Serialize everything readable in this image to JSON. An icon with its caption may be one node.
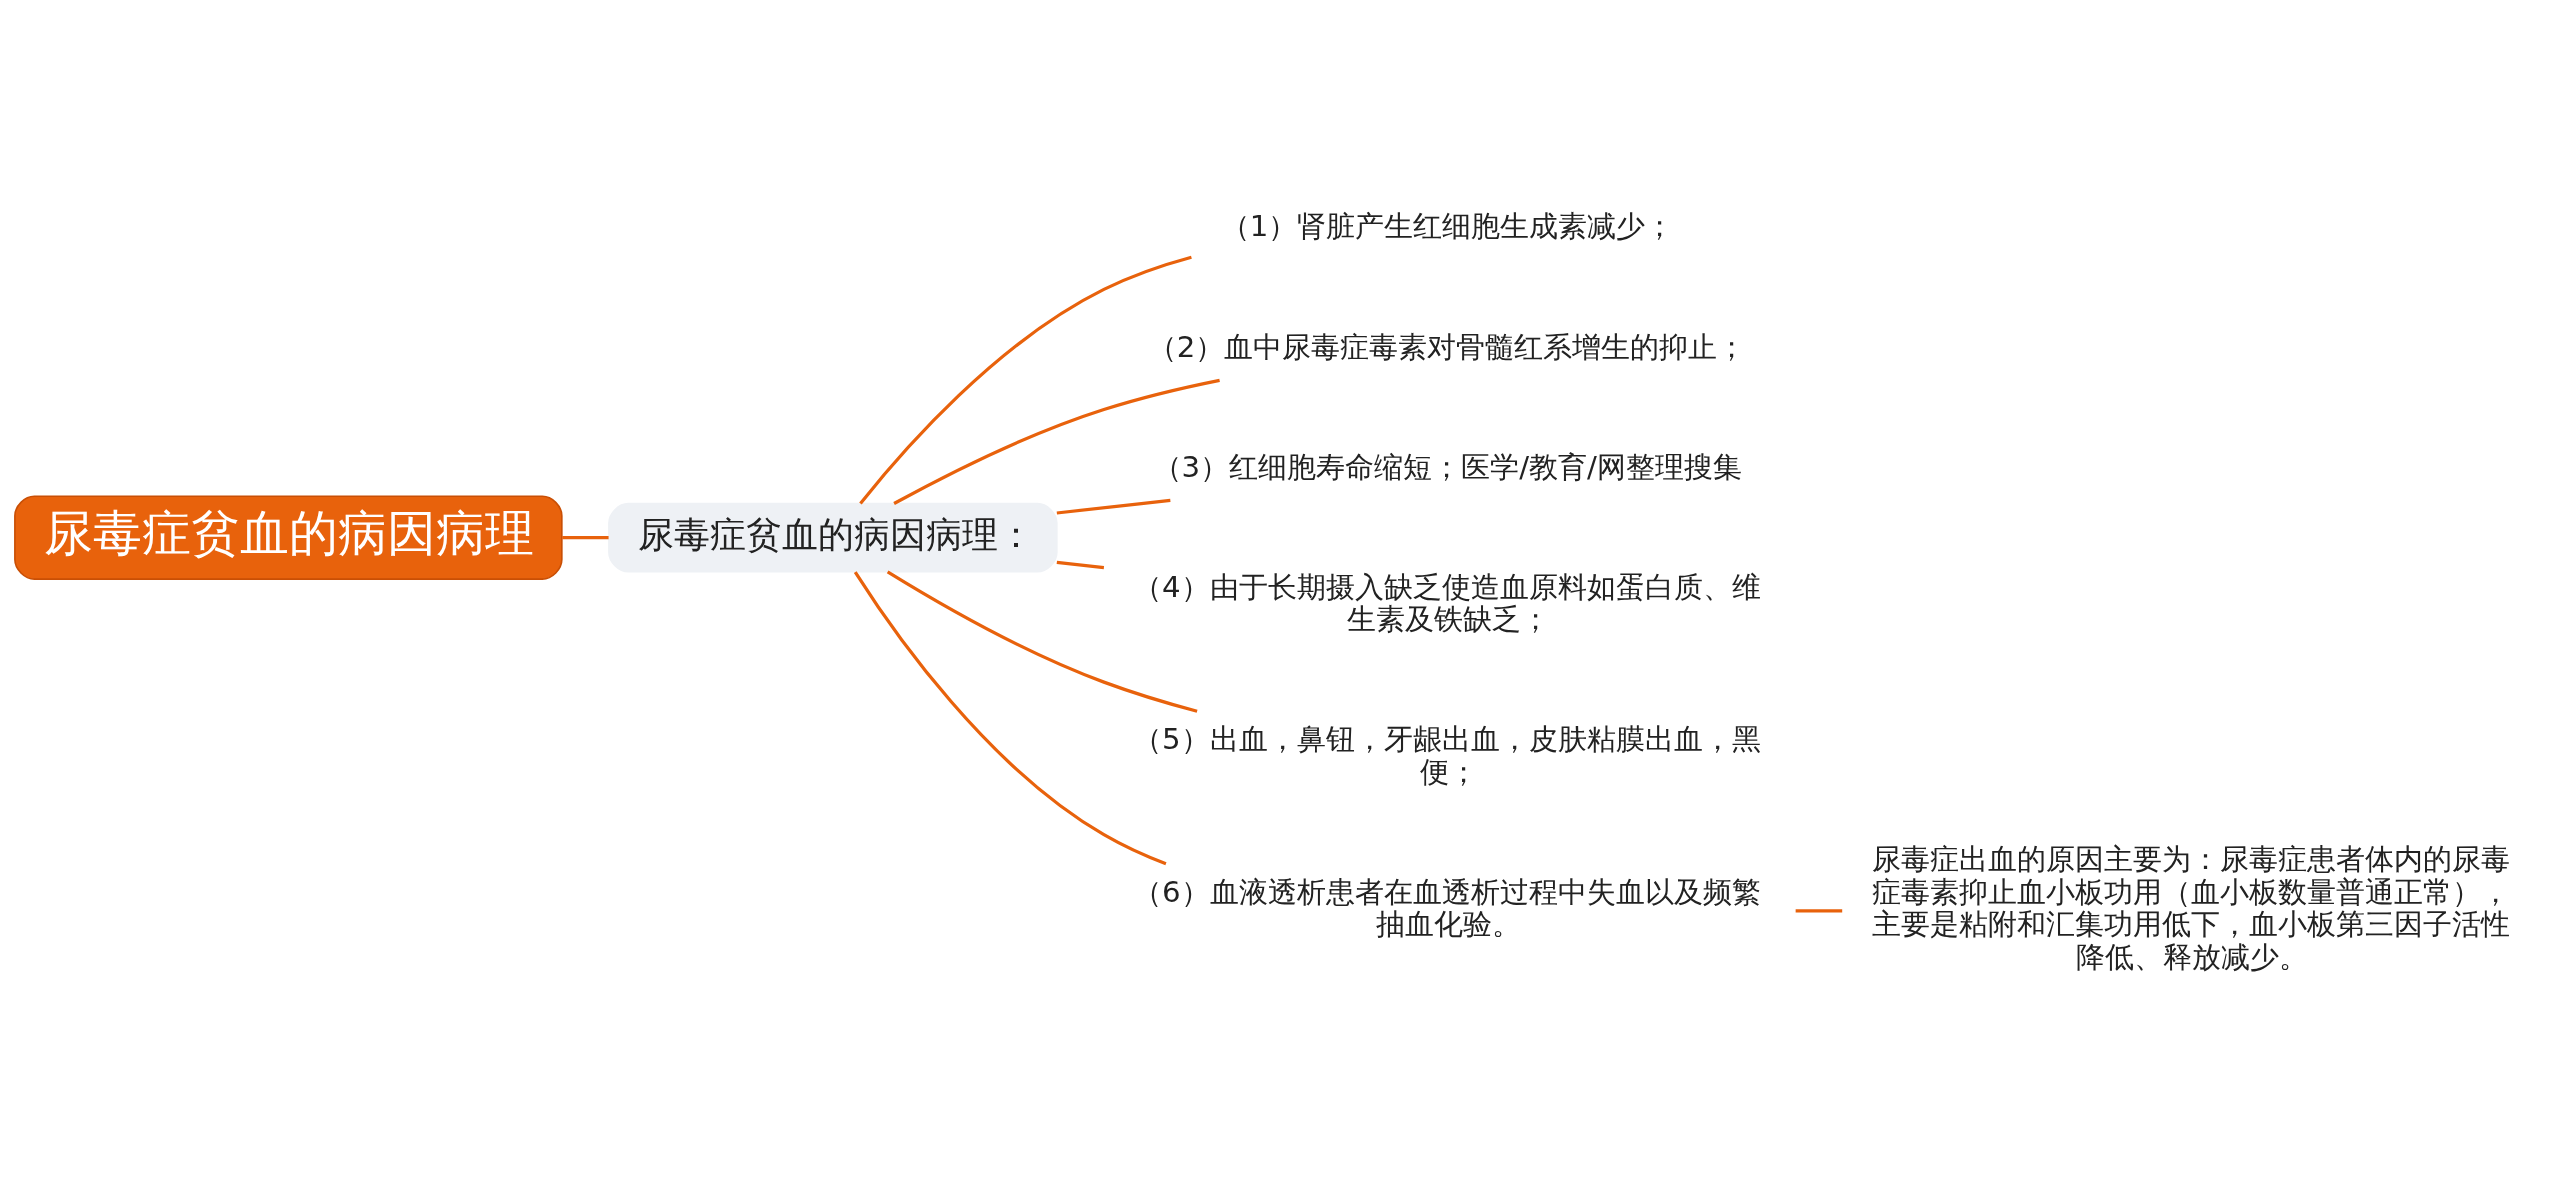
{
  "diagram": {
    "nodes": [
      {
        "text": [
          "尿毒症贫血的病因病理"
        ]
      },
      {
        "text": [
          "尿毒症贫血的病因病理："
        ]
      },
      {
        "text": [
          "（1）肾脏产生红细胞生成素减少；"
        ]
      },
      {
        "text": [
          "（2）血中尿毒症毒素对骨髓红系增生的抑止；"
        ]
      },
      {
        "text": [
          "（3）红细胞寿命缩短；医学/教育/网整理搜集"
        ]
      },
      {
        "text": [
          "（4）由于长期摄入缺乏使造血原料如蛋白质、维生素及铁缺乏；"
        ]
      },
      {
        "text": [
          "（5）出血，鼻钮，牙龈出血，皮肤粘膜出血，黑便；"
        ]
      },
      {
        "text": [
          "（6）血液透析患者在血透析过程中失血以及频繁抽血化验。"
        ]
      },
      {
        "text": [
          "尿毒症出血的原因主要为：尿毒症患者体内的尿毒症毒素抑止血小板功用（血小板数量普通正常），主要是粘附和汇集功用低下，血小板第三因子活性降低、释放减少。"
        ]
      }
    ],
    "edges": [
      {
        "from": 0,
        "to": 1,
        "arrow": "none"
      },
      {
        "from": 1,
        "to": 2,
        "arrow": "none"
      },
      {
        "from": 1,
        "to": 3,
        "arrow": "none"
      },
      {
        "from": 1,
        "to": 4,
        "arrow": "none"
      },
      {
        "from": 1,
        "to": 5,
        "arrow": "none"
      },
      {
        "from": 1,
        "to": 6,
        "arrow": "none"
      },
      {
        "from": 1,
        "to": 7,
        "arrow": "none"
      },
      {
        "from": 7,
        "to": 8,
        "arrow": "none"
      }
    ]
  }
}
